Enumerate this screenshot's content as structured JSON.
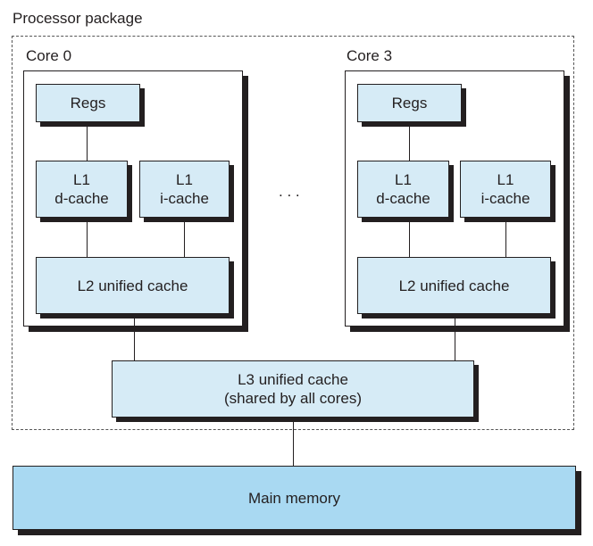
{
  "package_label": "Processor package",
  "cores": [
    {
      "label": "Core 0",
      "regs": "Regs",
      "l1d": "L1\nd-cache",
      "l1i": "L1\ni-cache",
      "l2": "L2 unified cache"
    },
    {
      "label": "Core 3",
      "regs": "Regs",
      "l1d": "L1\nd-cache",
      "l1i": "L1\ni-cache",
      "l2": "L2 unified cache"
    }
  ],
  "ellipsis": ". . .",
  "l3": "L3 unified cache\n(shared by all cores)",
  "main_memory": "Main memory",
  "colors": {
    "cache_fill": "#d6ebf6",
    "memory_fill": "#a9d9f2",
    "outline": "#231f20"
  }
}
